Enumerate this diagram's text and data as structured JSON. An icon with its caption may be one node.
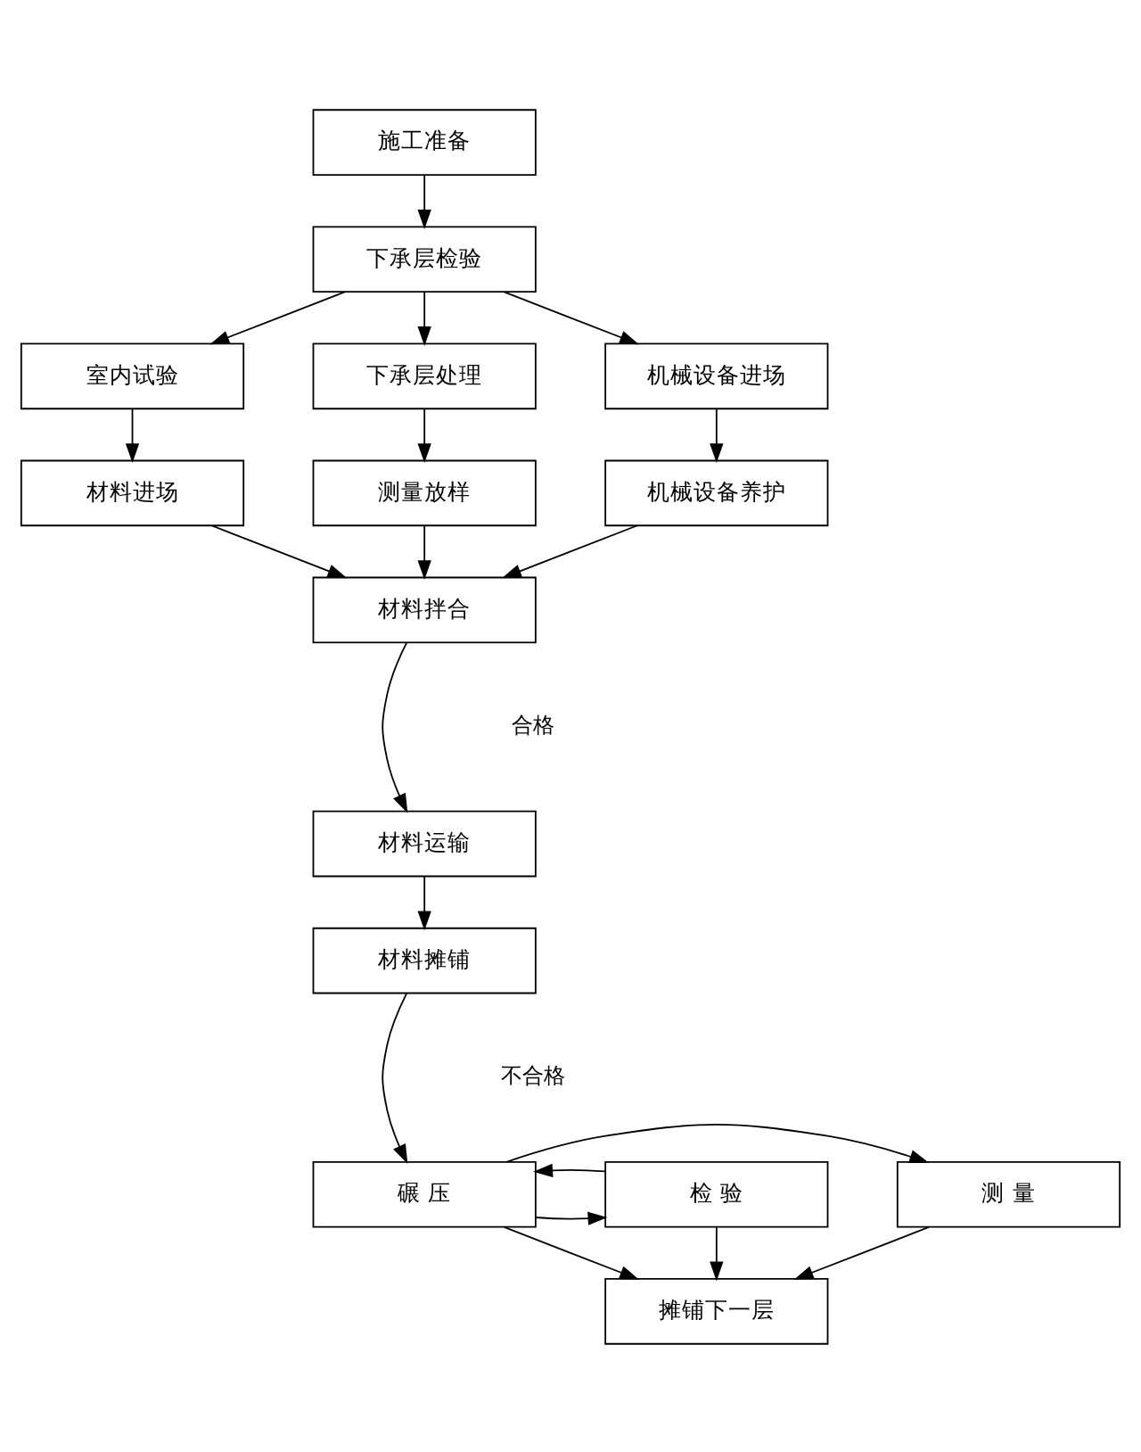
{
  "diagram": {
    "nodes": [
      {
        "text": [
          "施工准备"
        ]
      },
      {
        "text": [
          "下承层检验"
        ]
      },
      {
        "text": [
          "室内试验"
        ]
      },
      {
        "text": [
          "下承层处理"
        ]
      },
      {
        "text": [
          "机械设备进场"
        ]
      },
      {
        "text": [
          "材料进场"
        ]
      },
      {
        "text": [
          "测量放样"
        ]
      },
      {
        "text": [
          "机械设备养护"
        ]
      },
      {
        "text": [
          "材料拌合"
        ]
      },
      {
        "text": [
          "材料运输"
        ]
      },
      {
        "text": [
          "材料摊铺"
        ]
      },
      {
        "text": [
          "测 量"
        ]
      },
      {
        "text": [
          "碾 压"
        ]
      },
      {
        "text": [
          "检 验"
        ]
      },
      {
        "text": [
          "摊铺下一层"
        ]
      }
    ],
    "edges": [
      {
        "from": 0,
        "to": 1,
        "arrow": "to"
      },
      {
        "from": 1,
        "to": 2,
        "arrow": "to"
      },
      {
        "from": 1,
        "to": 3,
        "arrow": "to"
      },
      {
        "from": 1,
        "to": 4,
        "arrow": "to"
      },
      {
        "from": 2,
        "to": 5,
        "arrow": "to"
      },
      {
        "from": 3,
        "to": 6,
        "arrow": "to"
      },
      {
        "from": 4,
        "to": 7,
        "arrow": "to"
      },
      {
        "from": 5,
        "to": 8,
        "arrow": "to"
      },
      {
        "from": 6,
        "to": 8,
        "arrow": "to"
      },
      {
        "from": 7,
        "to": 8,
        "arrow": "to"
      },
      {
        "from": 8,
        "to": 9,
        "arrow": "to"
      },
      {
        "from": 9,
        "to": 10,
        "arrow": "to"
      },
      {
        "from": 10,
        "to": 12,
        "arrow": "to"
      },
      {
        "from": 12,
        "to": 11,
        "arrow": "to"
      },
      {
        "from": 12,
        "to": 13,
        "arrow": "to"
      },
      {
        "from": 13,
        "to": 12,
        "arrow": "to"
      },
      {
        "from": 12,
        "to": 14,
        "arrow": "to"
      },
      {
        "from": 11,
        "to": 14,
        "arrow": "to"
      },
      {
        "from": 13,
        "to": 14,
        "arrow": "to"
      }
    ],
    "labels": [
      "合格",
      "不合格"
    ]
  }
}
